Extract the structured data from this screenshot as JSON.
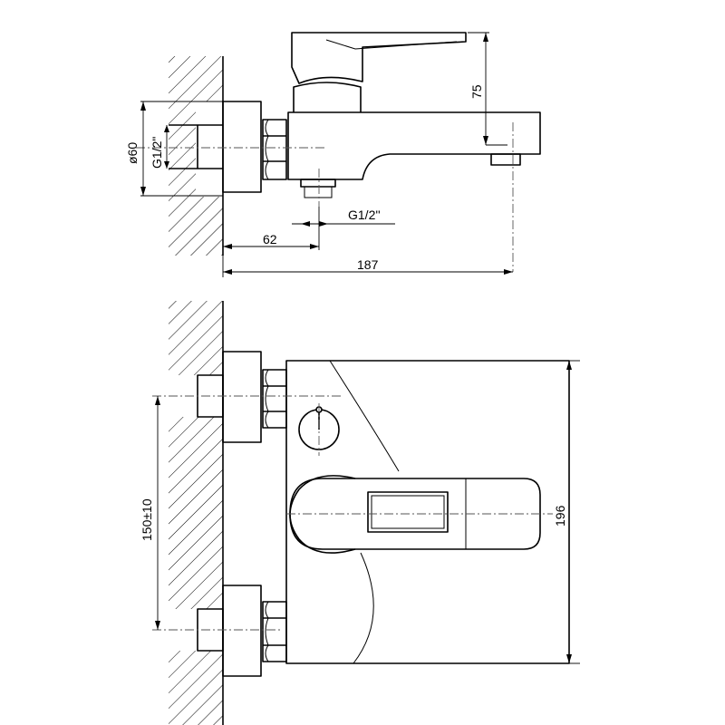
{
  "side_view": {
    "dim_diameter": "ø60",
    "dim_thread_wall": "G1/2\"",
    "dim_thread_outlet": "G1/2''",
    "dim_spout_height": "75",
    "dim_inlet_offset": "62",
    "dim_spout_reach": "187"
  },
  "front_view": {
    "dim_centers": "150±10",
    "dim_body_width": "196"
  }
}
